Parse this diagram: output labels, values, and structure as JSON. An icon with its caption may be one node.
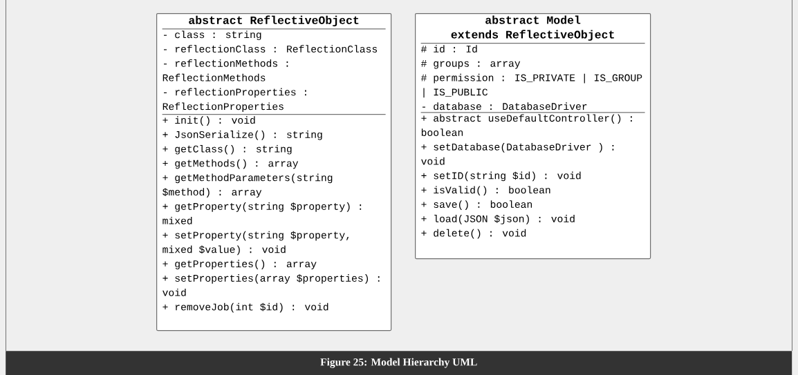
{
  "diagram": {
    "caption": "Figure 25: Model Hierarchy UML",
    "nodes": [
      {
        "text": [
          "abstract ReflectiveObject",
          "- class : string",
          "- reflectionClass : ReflectionClass",
          "- reflectionMethods : ReflectionMethods",
          "- reflectionProperties : ReflectionProperties",
          "+ init() : void",
          "+ JsonSerialize() : string",
          "+ getClass() : string",
          "+ getMethods() : array",
          "+ getMethodParameters(string $method) : array",
          "+ getProperty(string $property) : mixed",
          "+ setProperty(string $property, mixed $value) : void",
          "+ getProperties() : array",
          "+ setProperties(array $properties) : void",
          "+ removeJob(int $id) : void"
        ]
      },
      {
        "text": [
          "abstract Model extends ReflectiveObject",
          "# id : Id",
          "# groups : array",
          "# permission : IS_PRIVATE | IS_GROUP | IS_PUBLIC",
          "- database : DatabaseDriver",
          "+ abstract useDefaultController() : boolean",
          "+ setDatabase(DatabaseDriver ) : void",
          "+ setID(string $id) : void",
          "+ isValid() : boolean",
          "+ save() : boolean",
          "+ load(JSON $json) : void",
          "+ delete() : void"
        ]
      }
    ]
  }
}
